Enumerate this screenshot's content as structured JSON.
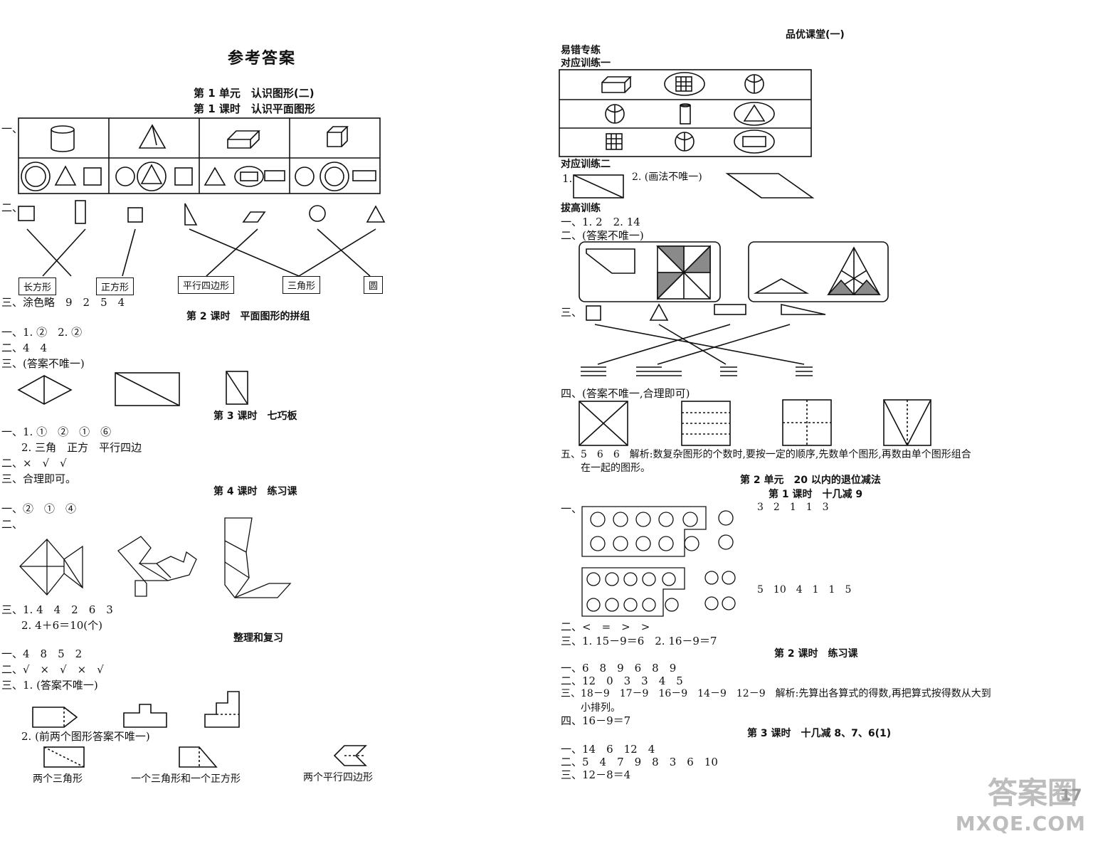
{
  "left": {
    "title": "参考答案",
    "unit1_title": "第 1 单元　认识图形(二)",
    "lesson1_title": "第 1 课时　认识平面图形",
    "q1_label": "一、",
    "q2_label": "二、",
    "shape_names": [
      "长方形",
      "正方形",
      "平行四边形",
      "三角形",
      "圆"
    ],
    "q3_line": "三、涂色略　9　2　5　4",
    "lesson2_title": "第 2 课时　平面图形的拼组",
    "l2_q1": "一、1. ②　2. ②",
    "l2_q2": "二、4　4",
    "l2_q3": "三、(答案不唯一)",
    "lesson3_title": "第 3 课时　七巧板",
    "l3_q1a": "一、1. ①　②　①　⑥",
    "l3_q1b": "2. 三角　正方　平行四边",
    "l3_q2": "二、×　√　√",
    "l3_q3": "三、合理即可。",
    "lesson4_title": "第 4 课时　练习课",
    "l4_q1": "一、②　①　④",
    "l4_q2": "二、",
    "l4_q3a": "三、1. 4　4　2　6　3",
    "l4_q3b": "2. 4＋6＝10(个)",
    "review_title": "整理和复习",
    "r_q1": "一、4　8　5　2",
    "r_q2": "二、√　×　√　×　√",
    "r_q3": "三、1. (答案不唯一)",
    "r_q3b": "2. (前两个图形答案不唯一)",
    "r_labels": [
      "两个三角形",
      "一个三角形和一个正方形",
      "两个平行四边形"
    ]
  },
  "right": {
    "header": "品优课堂(一)",
    "easy_title": "易错专练",
    "train1": "对应训练一",
    "train2": "对应训练二",
    "t2_1": "1.",
    "t2_2": "2. (画法不唯一)",
    "advance_title": "拔高训练",
    "a_q1": "一、1. 2　2. 14",
    "a_q2": "二、(答案不唯一)",
    "a_q3": "三、",
    "a_q4": "四、(答案不唯一,合理即可)",
    "a_q5a": "五、5　6　6　解析:数复杂图形的个数时,要按一定的顺序,先数单个图形,再数由单个图形组合",
    "a_q5b": "在一起的图形。",
    "unit2_title": "第 2 单元　20 以内的退位减法",
    "u2_l1_title": "第 1 课时　十几减 9",
    "u2_q1": "一、",
    "u2_row1": "3　2　1　1　3",
    "u2_row2": "5　10　4　1　1　5",
    "u2_q2": "二、<　=　>　>",
    "u2_q3": "三、1. 15－9＝6　2. 16－9＝7",
    "u2_l2_title": "第 2 课时　练习课",
    "l2b_q1": "一、6　8　9　6　8　9",
    "l2b_q2": "二、12　0　3　3　4　5",
    "l2b_q3a": "三、18－9　17－9　16－9　14－9　12－9　解析:先算出各算式的得数,再把算式按得数从大到",
    "l2b_q3b": "小排列。",
    "l2b_q4": "四、16－9＝7",
    "u2_l3_title": "第 3 课时　十几减 8、7、6(1)",
    "l3b_q1": "一、14　6　12　4",
    "l3b_q2": "二、5　4　7　9　8　3　6　10",
    "l3b_q3": "三、12－8＝4",
    "page_number": "17",
    "watermark_top": "答案圈",
    "watermark_bottom": "MXQE.COM"
  }
}
